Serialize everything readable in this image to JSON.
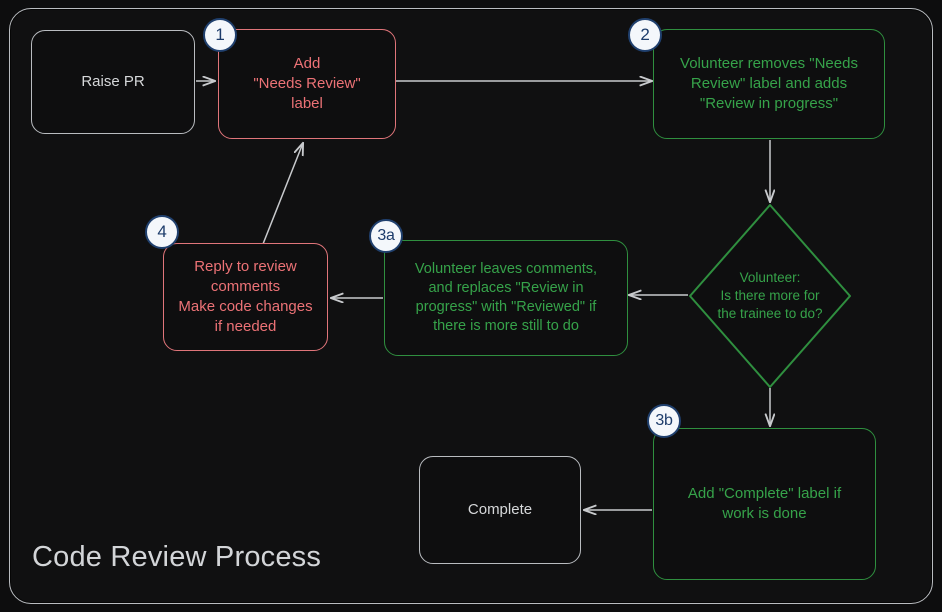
{
  "diagram": {
    "title": "Code Review Process",
    "colors": {
      "background": "#101011",
      "frame_border": "#b9bcc0",
      "grey_node": "#b9bcc0",
      "red_node": "#ec7276",
      "green_node": "#36a34a",
      "badge_fill": "#f4f7fb",
      "badge_stroke": "#20406e",
      "edge": "#c8cacd"
    },
    "nodes": [
      {
        "id": "raise-pr",
        "label": "Raise PR",
        "style": "grey",
        "badge": null
      },
      {
        "id": "add-label",
        "label": "Add\n\"Needs Review\"\nlabel",
        "style": "red",
        "badge": "1"
      },
      {
        "id": "volunteer-removes",
        "label": "Volunteer removes \"Needs\nReview\" label and adds\n\"Review in progress\"",
        "style": "green",
        "badge": "2"
      },
      {
        "id": "decision",
        "label": "Volunteer:\nIs there more for\nthe trainee to do?",
        "style": "green",
        "badge": null
      },
      {
        "id": "leaves-comments",
        "label": "Volunteer leaves comments,\nand replaces \"Review in\nprogress\" with \"Reviewed\" if\nthere is more still to do",
        "style": "green",
        "badge": "3a"
      },
      {
        "id": "reply-to-review",
        "label": "Reply to review\ncomments\nMake code changes\nif needed",
        "style": "red",
        "badge": "4"
      },
      {
        "id": "add-complete",
        "label": "Add \"Complete\" label if\nwork is done",
        "style": "green",
        "badge": "3b"
      },
      {
        "id": "complete",
        "label": "Complete",
        "style": "grey",
        "badge": null
      }
    ],
    "edges": [
      {
        "from": "raise-pr",
        "to": "add-label"
      },
      {
        "from": "add-label",
        "to": "volunteer-removes"
      },
      {
        "from": "volunteer-removes",
        "to": "decision"
      },
      {
        "from": "decision",
        "to": "leaves-comments"
      },
      {
        "from": "leaves-comments",
        "to": "reply-to-review"
      },
      {
        "from": "reply-to-review",
        "to": "add-label"
      },
      {
        "from": "decision",
        "to": "add-complete"
      },
      {
        "from": "add-complete",
        "to": "complete"
      }
    ]
  }
}
